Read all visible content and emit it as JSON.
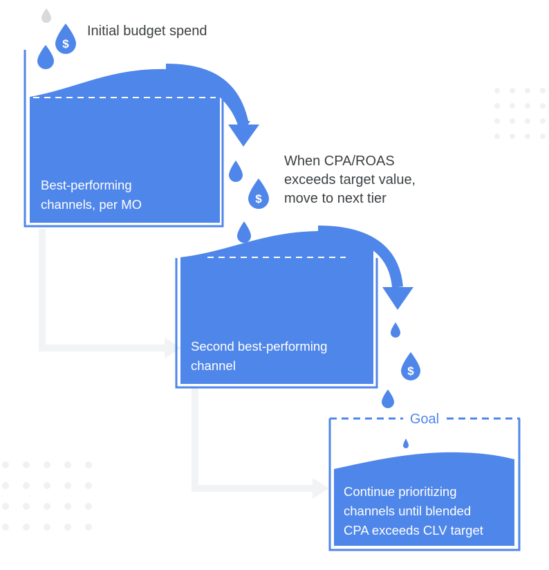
{
  "labels": {
    "initial": "Initial budget spend",
    "condition": [
      "When CPA/ROAS",
      "exceeds target value,",
      "move to next tier"
    ],
    "tier1": [
      "Best-performing",
      "channels, per MO"
    ],
    "tier2": [
      "Second best-performing",
      "channel"
    ],
    "tier3": [
      "Continue prioritizing",
      "channels until blended",
      "CPA exceeds CLV target"
    ],
    "goal": "Goal",
    "currency_symbol": "$"
  },
  "colors": {
    "water": "#4f86e9",
    "bucket_outline": "#4f86e9",
    "drop_grey": "#d7d9dc",
    "dashed_line": "#ffffff",
    "connector": "#f1f3f4",
    "dot_grid": "#f1f3f4",
    "dark_text": "#3c4043"
  },
  "icons": [
    "water-drop-icon",
    "dollar-drop-icon",
    "curved-arrow-icon"
  ]
}
